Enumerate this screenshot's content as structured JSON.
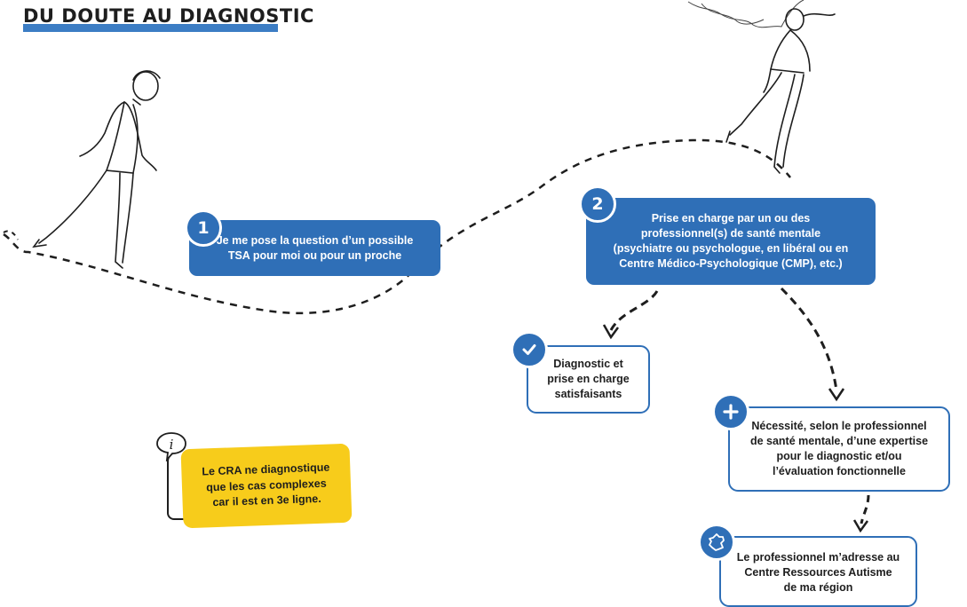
{
  "title": "DU DOUTE AU DIAGNOSTIC",
  "colors": {
    "accent_blue": "#2f6fb7",
    "note_yellow": "#f7cc1b",
    "ink": "#1e1e1e"
  },
  "steps": [
    {
      "number": "1",
      "text": "Je me pose la question d’un possible\nTSA pour moi ou pour un proche"
    },
    {
      "number": "2",
      "text": "Prise en charge par un ou des\nprofessionnel(s) de santé mentale\n(psychiatre ou psychologue, en libéral ou en\nCentre Médico-Psychologique (CMP), etc.)"
    }
  ],
  "outcomes": {
    "satisfied": {
      "icon": "check-icon",
      "text": "Diagnostic et\nprise en charge\nsatisfaisants"
    },
    "expertise": {
      "icon": "plus-icon",
      "text": "Nécessité, selon le professionnel\nde santé mentale, d’une expertise\npour le diagnostic et/ou\nl’évaluation fonctionnelle"
    },
    "cra": {
      "icon": "france-map-icon",
      "text": "Le professionnel m’adresse au\nCentre Ressources Autisme\nde ma région"
    }
  },
  "note": {
    "icon": "info-icon",
    "icon_letter": "i",
    "text": "Le CRA ne diagnostique\nque les cas complexes\ncar il est en 3e ligne."
  }
}
